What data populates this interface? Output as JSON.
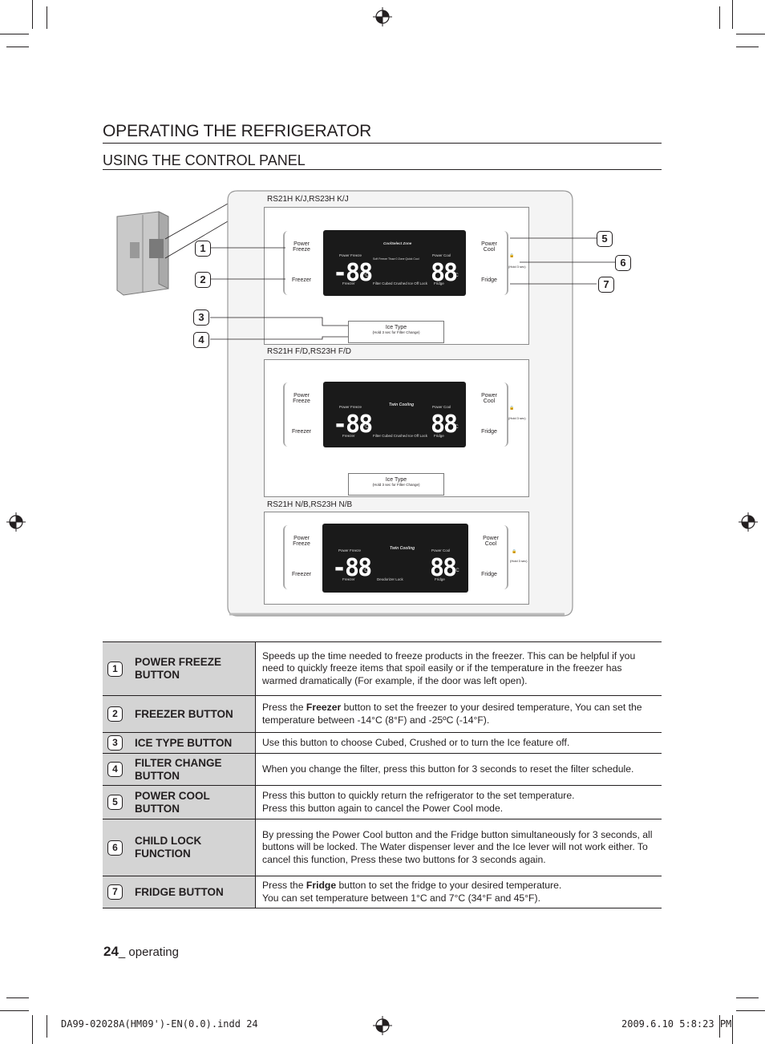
{
  "heading": "OPERATING THE REFRIGERATOR",
  "subheading": "USING THE CONTROL PANEL",
  "panels": [
    {
      "model": "RS21H K/J,RS23H K/J",
      "left_top": [
        "Power",
        "Freeze"
      ],
      "left_bottom": "Freezer",
      "right_top": [
        "Power",
        "Cool"
      ],
      "right_bottom": "Fridge",
      "lcd_top_left": "Power Freeze",
      "lcd_center": "CoolSelect Zone",
      "lcd_top_right": "Power Cool",
      "lcd_center_labels": "Soft Freeze  Thaw  0 Zone  Quick Cool",
      "lcd_bottom_labels": "Filter  Cubed Crushed Ice Off  Lock",
      "lcd_freezer": "Freezer",
      "lcd_fridge": "Fridge",
      "ice_type": "Ice Type",
      "ice_sub": "(Hold 3 sec for Filter Change)"
    },
    {
      "model": "RS21H F/D,RS23H F/D",
      "left_top": [
        "Power",
        "Freeze"
      ],
      "left_bottom": "Freezer",
      "right_top": [
        "Power",
        "Cool"
      ],
      "right_bottom": "Fridge",
      "lcd_top_left": "Power Freeze",
      "lcd_center": "Twin Cooling",
      "lcd_top_right": "Power Cool",
      "lcd_center_labels": "",
      "lcd_bottom_labels": "Filter  Cubed Crushed Ice Off  Lock",
      "lcd_freezer": "Freezer",
      "lcd_fridge": "Fridge",
      "ice_type": "Ice Type",
      "ice_sub": "(Hold 3 sec for Filter Change)"
    },
    {
      "model": "RS21H N/B,RS23H N/B",
      "left_top": [
        "Power",
        "Freeze"
      ],
      "left_bottom": "Freezer",
      "right_top": [
        "Power",
        "Cool"
      ],
      "right_bottom": "Fridge",
      "lcd_top_left": "Power Freeze",
      "lcd_center": "Twin Cooling",
      "lcd_top_right": "Power Cool",
      "lcd_center_labels": "",
      "lcd_bottom_labels": "Deodorizer    Lock",
      "lcd_freezer": "Freezer",
      "lcd_fridge": "Fridge",
      "ice_type": "",
      "ice_sub": ""
    }
  ],
  "lcd_digits_left": "-88",
  "lcd_digits_right": "88",
  "lcd_unit": "°C",
  "hold_label": "(Hold 3 sec)",
  "callouts": [
    "1",
    "2",
    "3",
    "4",
    "5",
    "6",
    "7"
  ],
  "table": [
    {
      "num": "1",
      "label": "POWER FREEZE BUTTON",
      "desc": "Speeds up the time needed to freeze products in the freezer. This can be helpful if you need to quickly freeze items that spoil easily or if the temperature in the freezer has warmed dramatically (For example, if the door was left open)."
    },
    {
      "num": "2",
      "label": "FREEZER BUTTON",
      "desc_pre": "Press the ",
      "desc_bold": "Freezer",
      "desc_post": " button to set the freezer to your desired temperature, You can set the temperature between -14°C (8°F) and -25ºC (-14°F)."
    },
    {
      "num": "3",
      "label": "ICE TYPE BUTTON",
      "desc": "Use this button to choose Cubed, Crushed or to turn the Ice feature off."
    },
    {
      "num": "4",
      "label": "FILTER CHANGE BUTTON",
      "desc": "When you change the filter, press this button for 3 seconds to reset the filter schedule."
    },
    {
      "num": "5",
      "label": "POWER COOL BUTTON",
      "desc_line1": "Press this button to quickly return the refrigerator to the set temperature.",
      "desc_line2": "Press this button again to cancel the Power Cool mode."
    },
    {
      "num": "6",
      "label": "CHILD LOCK FUNCTION",
      "desc": "By pressing the Power Cool button and the Fridge button simultaneously for 3 seconds, all buttons will be locked. The Water dispenser lever and the Ice lever will not work either. To cancel this function, Press these two buttons for 3 seconds again."
    },
    {
      "num": "7",
      "label": "FRIDGE BUTTON",
      "desc_pre": "Press the ",
      "desc_bold": "Fridge",
      "desc_post": " button to set the fridge to your desired temperature.",
      "desc_line2": "You can set temperature between 1°C and 7°C (34°F and 45°F)."
    }
  ],
  "footer": {
    "page": "24",
    "section": "_ operating"
  },
  "slug": {
    "file": "DA99-02028A(HM09')-EN(0.0).indd   24",
    "date": "2009.6.10   5:8:23 PM"
  }
}
